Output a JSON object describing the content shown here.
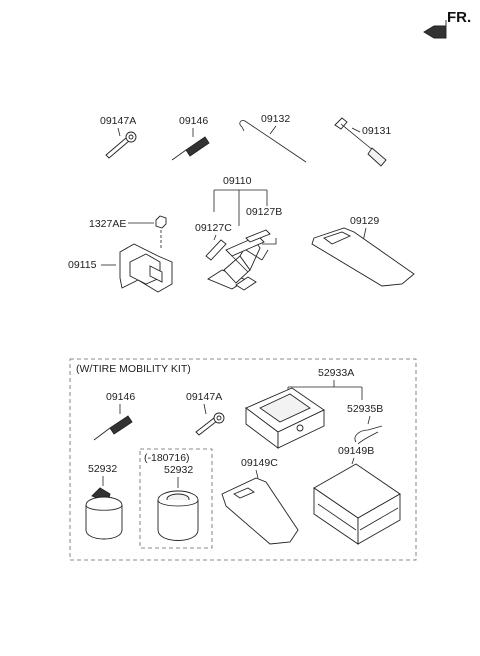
{
  "header": {
    "direction": "FR."
  },
  "parts": {
    "p09147A_top": "09147A",
    "p09146_top": "09146",
    "p09132": "09132",
    "p09131": "09131",
    "p09110": "09110",
    "p1327AE": "1327AE",
    "p09127C": "09127C",
    "p09127B": "09127B",
    "p09129": "09129",
    "p09115": "09115"
  },
  "kit": {
    "title": "(W/TIRE MOBILITY KIT)",
    "p52933A": "52933A",
    "p09146": "09146",
    "p09147A": "09147A",
    "p52935B": "52935B",
    "p09149C": "09149C",
    "p09149B": "09149B",
    "p52932_left": "52932",
    "sub_date": "(-180716)",
    "p52932_sub": "52932"
  },
  "icons": [
    "arrow-left-icon"
  ]
}
